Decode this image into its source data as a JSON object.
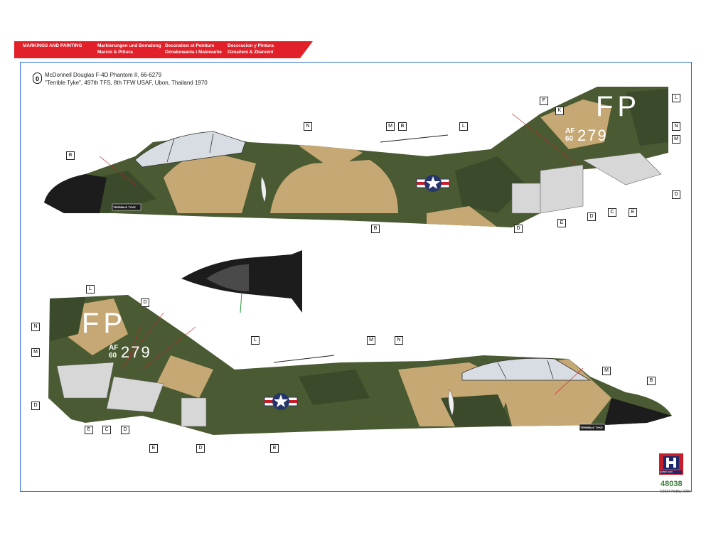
{
  "header": {
    "row1": [
      "MARKINGS AND PAINTING",
      "Markierungen und Bemalung",
      "Decoration et Peinture",
      "Decoracion y Pintura"
    ],
    "row2": [
      "",
      "Marcio & Pittura",
      "Oznakowania i Malowanie",
      "Označení & Zbarvení"
    ]
  },
  "profile": {
    "badge": "0",
    "line1": "McDonnell Douglas F-4D Phantom II, 66-6279",
    "line2": "\"Terrible Tyke\", 497th TFS, 8th TFW USAF, Ubon, Thailand 1970"
  },
  "aircraft": {
    "tail_code": "FP",
    "serial_prefix_top": "AF",
    "serial_prefix_bottom": "60",
    "serial": "279",
    "nose_name": "TERRIBLE TYKE"
  },
  "letters_top": [
    "B",
    "F",
    "K",
    "L",
    "N",
    "M",
    "B",
    "L",
    "N",
    "M",
    "D",
    "D",
    "C",
    "E",
    "E",
    "D",
    "B"
  ],
  "letters_bottom": [
    "L",
    "D",
    "N",
    "M",
    "D",
    "E",
    "C",
    "D",
    "E",
    "D",
    "L",
    "M",
    "N",
    "B",
    "B",
    "M"
  ],
  "colors": {
    "banner": "#e2202a",
    "frame": "#2a6fd0",
    "camo_green": "#4a5a32",
    "camo_dark": "#3b4a2b",
    "camo_tan": "#c6a874",
    "underside": "#d7d7d7",
    "callout": "#c81e2a",
    "code_green": "#3a7a3a"
  },
  "footer": {
    "product_code": "48038",
    "copyright": "©2024 Hobby 2000",
    "logo_text": "HOBBY 2000"
  }
}
